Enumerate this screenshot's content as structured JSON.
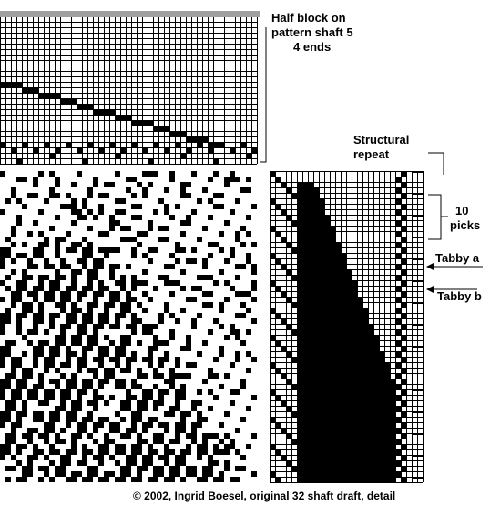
{
  "annotations": {
    "half_block_line1": "Half block on",
    "half_block_line2": "pattern shaft 5",
    "half_block_line3": "4 ends",
    "structural_line1": "Structural",
    "structural_line2": "repeat",
    "picks_count": "10",
    "picks_word": "picks",
    "tabby_a": "Tabby a",
    "tabby_b": "Tabby b"
  },
  "caption": "© 2002, Ingrid Boesel, original 32 shaft draft, detail",
  "colors": {
    "ink": "#000000",
    "paper": "#ffffff",
    "gridline": "#000000",
    "header_bar": "#a0a0a0"
  }
}
